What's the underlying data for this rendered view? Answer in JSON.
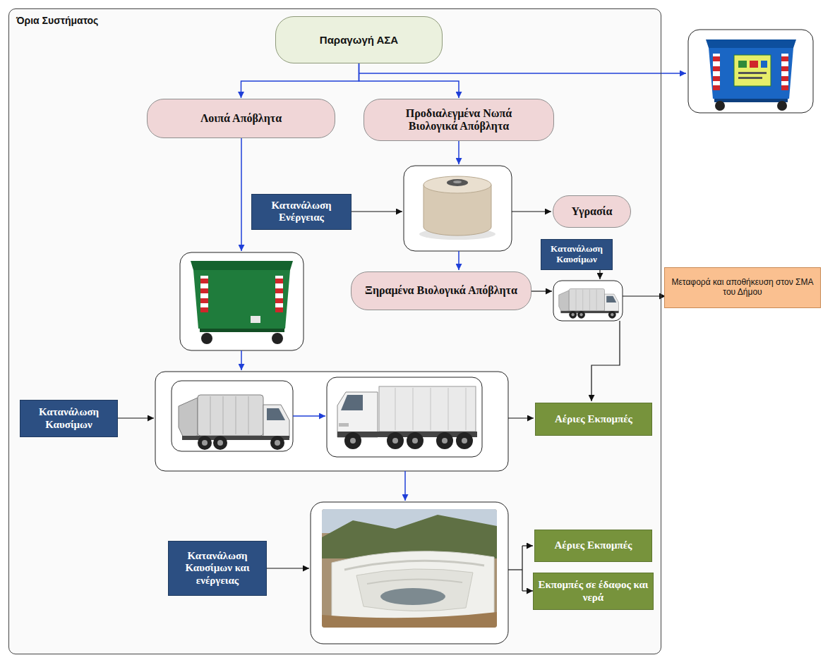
{
  "diagram": {
    "nodes": [
      {
        "text": [
          "Όρια Συστήματος"
        ]
      },
      {
        "text": [
          "Παραγωγή ΑΣΑ"
        ],
        "in": 0
      },
      {
        "text": [
          "Λοιπά Απόβλητα"
        ],
        "in": 0
      },
      {
        "text": [
          "Προδιαλεγμένα Νωπά Βιολογικά Απόβλητα"
        ],
        "in": 0
      },
      {
        "text": [
          "Κατανάλωση Ενέργειας"
        ],
        "in": 0
      },
      {
        "text": [
          "Υγρασία"
        ],
        "in": 0
      },
      {
        "text": [
          "Ξηραμένα Βιολογικά Απόβλητα"
        ],
        "in": 0
      },
      {
        "text": [
          "Κατανάλωση Καυσίμων"
        ],
        "in": 0
      },
      {
        "text": [
          "Κατανάλωση Καυσίμων"
        ],
        "in": 0
      },
      {
        "text": [
          "Αέριες Εκπομπές"
        ],
        "in": 0
      },
      {
        "text": [
          "Κατανάλωση Καυσίμων και ενέργειας"
        ],
        "in": 0
      },
      {
        "text": [
          "Αέριες Εκπομπές"
        ],
        "in": 0
      },
      {
        "text": [
          "Εκπομπές σε έδαφος και νερά"
        ],
        "in": 0
      },
      {
        "text": [
          "Μεταφορά και αποθήκευση στον ΣΜΑ του Δήμου"
        ]
      }
    ],
    "edges": [
      {
        "from": 1,
        "to": 2,
        "arrow": "to"
      },
      {
        "from": 1,
        "to": 3,
        "arrow": "to"
      }
    ]
  }
}
